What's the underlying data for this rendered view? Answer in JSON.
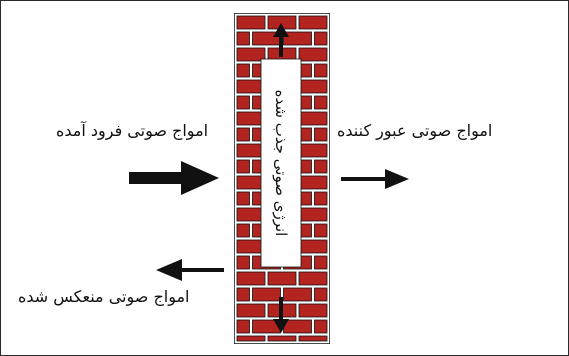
{
  "labels": {
    "incident": "امواج صوتی فرود آمده",
    "transmitted": "امواج صوتی عبور کننده",
    "reflected": "امواج صوتی منعکس شده",
    "absorbed": "انرژی صوتی جذب شده"
  },
  "colors": {
    "brick": "#b3231f",
    "mortar": "#ffffff",
    "outline": "#111111",
    "arrow": "#111111"
  },
  "icons": {
    "incident_arrow": "arrow-right-icon",
    "transmitted_arrow": "arrow-right-icon",
    "reflected_arrow": "arrow-left-icon",
    "absorbed_up_arrow": "arrow-up-icon",
    "absorbed_down_arrow": "arrow-down-icon"
  }
}
